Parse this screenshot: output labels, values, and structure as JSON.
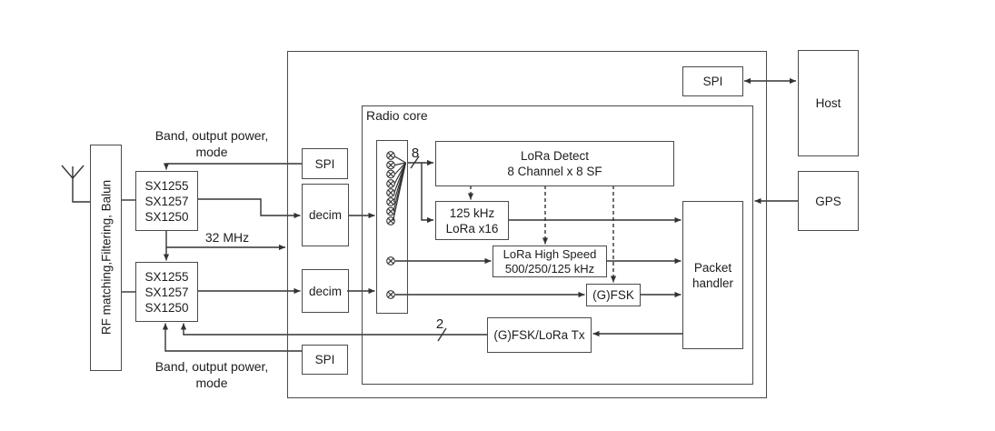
{
  "colors": {
    "background": "#ffffff",
    "line": "#333333",
    "box_border": "#4a4a4a",
    "text": "#1d1d1d"
  },
  "labels": {
    "balun": "RF matching,Filtering, Balun",
    "band_top_line1": "Band, output power,",
    "band_top_line2": "mode",
    "band_bottom_line1": "Band, output power,",
    "band_bottom_line2": "mode",
    "clock": "32 MHz",
    "radio_core": "Radio core",
    "rx_bus_width": "8",
    "tx_bus_width": "2"
  },
  "blocks": {
    "radio_a": [
      "SX1255",
      "SX1257",
      "SX1250"
    ],
    "radio_b": [
      "SX1255",
      "SX1257",
      "SX1250"
    ],
    "spi_radio_a": "SPI",
    "spi_radio_b": "SPI",
    "decim_a": "decim",
    "decim_b": "decim",
    "lora_detect": [
      "LoRa Detect",
      "8 Channel x 8 SF"
    ],
    "lora_125": [
      "125 kHz",
      "LoRa x16"
    ],
    "lora_high_speed": [
      "LoRa High Speed",
      "500/250/125 kHz"
    ],
    "gfsk": "(G)FSK",
    "gfsk_lora_tx": "(G)FSK/LoRa Tx",
    "packet_handler": [
      "Packet",
      "handler"
    ],
    "spi_host": "SPI",
    "host": "Host",
    "gps": "GPS"
  },
  "icons": {
    "antenna": "antenna-symbol",
    "mixer": "circled-times",
    "mixer_count_rx_bank": 8,
    "mixer_count_single": 2
  }
}
